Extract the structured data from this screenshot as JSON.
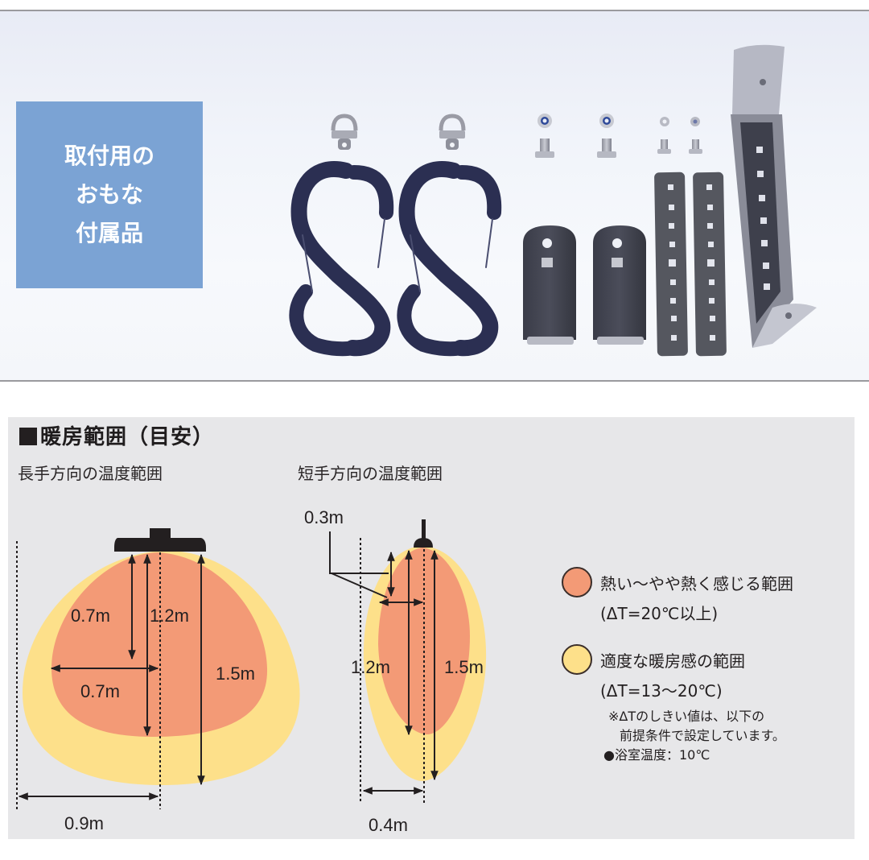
{
  "accessories_section": {
    "caption_lines": [
      "取付用の",
      "おもな",
      "付属品"
    ],
    "caption_bg_color": "#7ba3d4",
    "items": [
      "d-ring-hook-left",
      "d-ring-hook-right",
      "s-carabiner-left",
      "s-carabiner-right",
      "large-washer-1",
      "large-washer-2",
      "small-washer-1",
      "small-washer-2",
      "large-bolt-1",
      "large-bolt-2",
      "small-bolt-1",
      "small-bolt-2",
      "mounting-plate-1",
      "mounting-plate-2",
      "perforated-strap-1",
      "perforated-strap-2",
      "angled-wall-bracket"
    ]
  },
  "heating_range": {
    "title": "暖房範囲（目安）",
    "long_direction": {
      "title": "長手方向の温度範囲",
      "labels": {
        "hot_depth": "0.7m",
        "hot_width": "0.7m",
        "mid_depth": "1.2m",
        "warm_depth": "1.5m",
        "warm_half_width": "0.9m"
      }
    },
    "short_direction": {
      "title": "短手方向の温度範囲",
      "labels": {
        "hot_offset": "0.3m",
        "hot_depth": "1.2m",
        "warm_depth": "1.5m",
        "warm_half_width": "0.4m"
      }
    },
    "legend": [
      {
        "color": "#f39a76",
        "label": "熱い〜やや熱く感じる範囲",
        "condition": "(ΔT=20℃以上)"
      },
      {
        "color": "#fde08a",
        "label": "適度な暖房感の範囲",
        "condition": "(ΔT=13〜20℃)"
      }
    ],
    "notes": [
      "※ΔTのしきい値は、以下の",
      "前提条件で設定しています。",
      "●浴室温度：10℃"
    ],
    "colors": {
      "hot": "#f39a76",
      "warm": "#fde08a",
      "panel_bg": "#e7e7e9",
      "ink": "#231f20"
    }
  }
}
